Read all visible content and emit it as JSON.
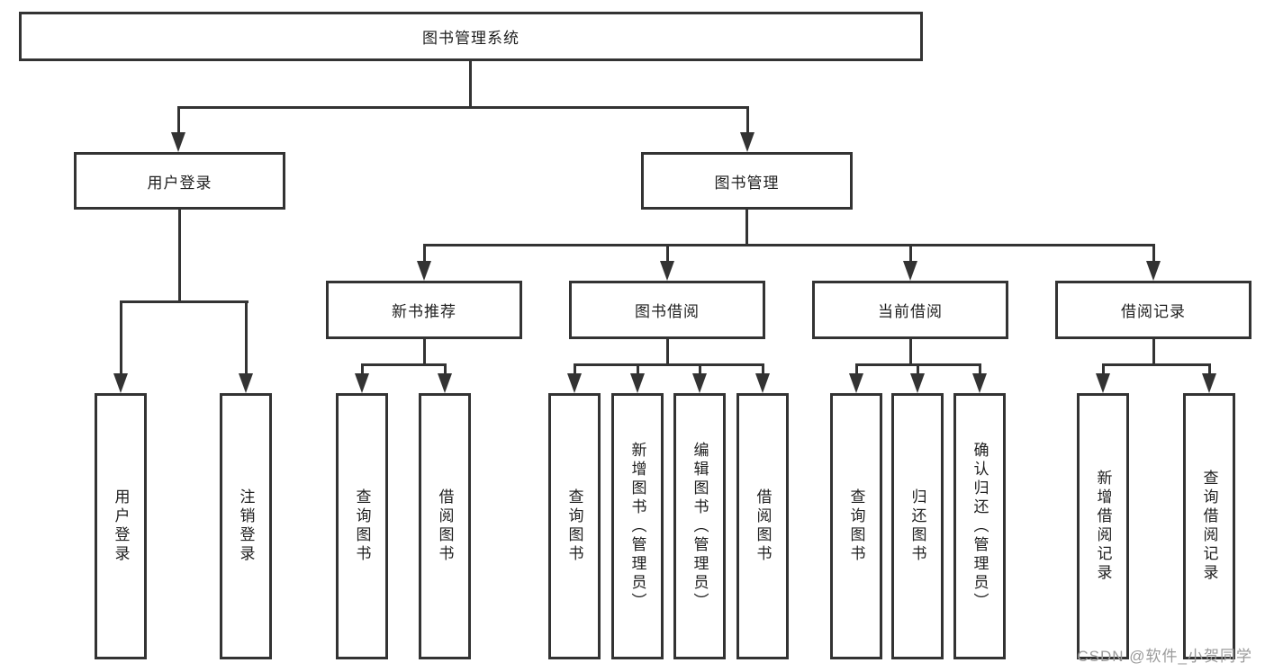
{
  "diagram": {
    "root": "图书管理系统",
    "level2": {
      "user_login": "用户登录",
      "book_mgmt": "图书管理"
    },
    "level3": {
      "new_book": "新书推荐",
      "book_borrow": "图书借阅",
      "current_borrow": "当前借阅",
      "borrow_record": "借阅记录"
    },
    "leaves": {
      "user_login": [
        "用户登录",
        "注销登录"
      ],
      "new_book": [
        "查询图书",
        "借阅图书"
      ],
      "book_borrow": [
        "查询图书",
        "新增图书（管理员）",
        "编辑图书（管理员）",
        "借阅图书"
      ],
      "current_borrow": [
        "查询图书",
        "归还图书",
        "确认归还（管理员）"
      ],
      "borrow_record": [
        "新增借阅记录",
        "查询借阅记录"
      ]
    }
  },
  "watermark": "CSDN @软件_小贺同学",
  "colors": {
    "line": "#333333",
    "text": "#1f1f1f",
    "watermark": "#9b9b9b",
    "background": "#ffffff"
  }
}
